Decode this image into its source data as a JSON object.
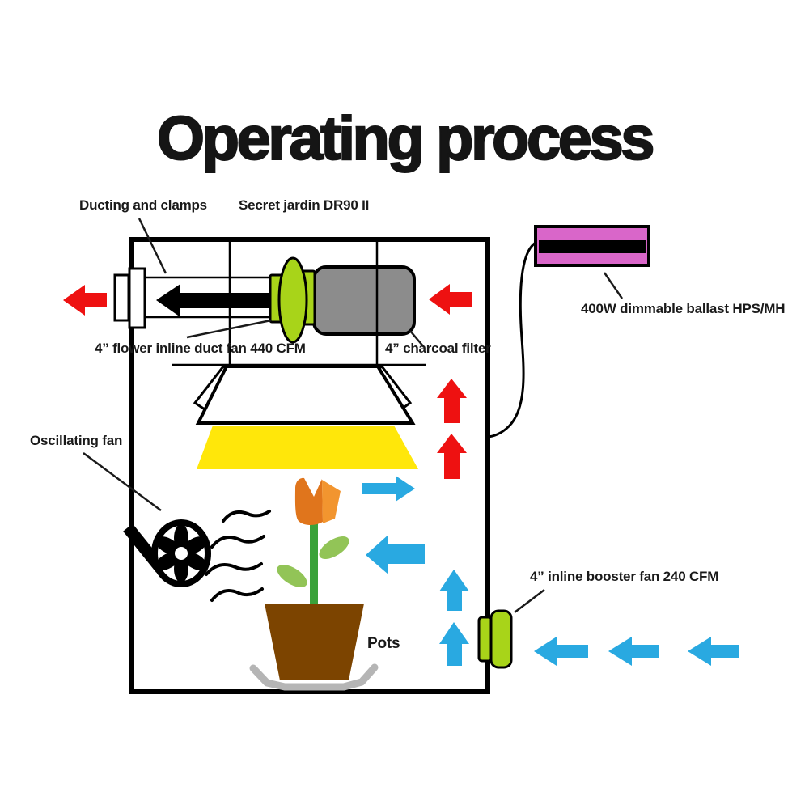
{
  "title": "Operating process",
  "diagram": {
    "labels": {
      "ducting_clamps": "Ducting and clamps",
      "tent_model": "Secret jardin DR90 II",
      "ballast": "400W dimmable ballast HPS/MH",
      "duct_fan": "4” flower inline duct fan 440 CFM",
      "charcoal_filter": "4” charcoal filter",
      "oscillating_fan": "Oscillating fan",
      "pots": "Pots",
      "booster_fan": "4” inline booster fan 240 CFM"
    },
    "colors": {
      "red": "#ee1111",
      "blue": "#29a9e1",
      "yellow": "#ffe70a",
      "green": "#a8d419",
      "filter_gray": "#8c8c8c",
      "ballast_pink": "#d966c9",
      "pot_brown": "#7c4400",
      "stem_green": "#3aa23a",
      "leaf_green": "#92c457",
      "petal_dark_orange": "#e0751c",
      "petal_light_orange": "#f2952f",
      "saucer_gray": "#b5b5b5",
      "white": "#ffffff",
      "black": "#000000"
    }
  }
}
